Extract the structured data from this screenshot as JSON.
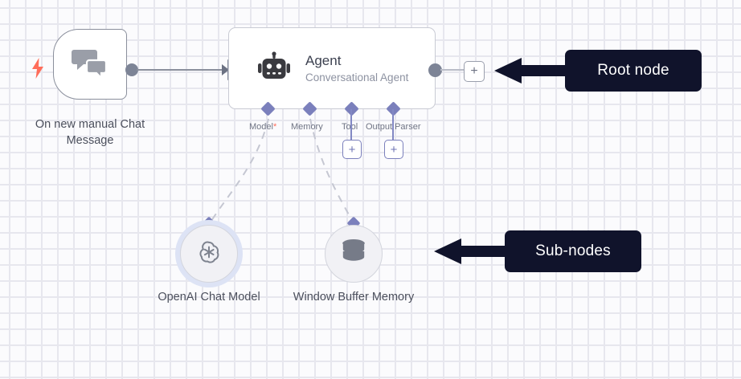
{
  "canvas": {
    "background_color": "#fbfbfd",
    "grid_dot_color": "#e7e7ee"
  },
  "nodes": {
    "trigger": {
      "label": "On new manual Chat Message",
      "icon": "chat-bubbles-icon",
      "trigger_icon": "lightning-bolt-icon",
      "trigger_icon_color": "#ff6d5a"
    },
    "agent": {
      "title": "Agent",
      "subtitle": "Conversational Agent",
      "icon": "robot-icon",
      "output_plus_label": "+"
    },
    "sub_nodes": [
      {
        "label": "OpenAI Chat Model",
        "icon": "openai-logo-icon",
        "selected": true
      },
      {
        "label": "Window Buffer Memory",
        "icon": "database-icon",
        "selected": false
      }
    ]
  },
  "connectors": [
    {
      "label": "Model",
      "required": true,
      "required_marker": "*",
      "has_plus": false
    },
    {
      "label": "Memory",
      "required": false,
      "required_marker": "",
      "has_plus": false
    },
    {
      "label": "Tool",
      "required": false,
      "required_marker": "",
      "has_plus": true,
      "plus_label": "+"
    },
    {
      "label": "Output Parser",
      "required": false,
      "required_marker": "",
      "has_plus": true,
      "plus_label": "+"
    }
  ],
  "callouts": [
    {
      "text": "Root node",
      "background": "#10132b",
      "text_color": "#ffffff"
    },
    {
      "text": "Sub-nodes",
      "background": "#10132b",
      "text_color": "#ffffff"
    }
  ]
}
